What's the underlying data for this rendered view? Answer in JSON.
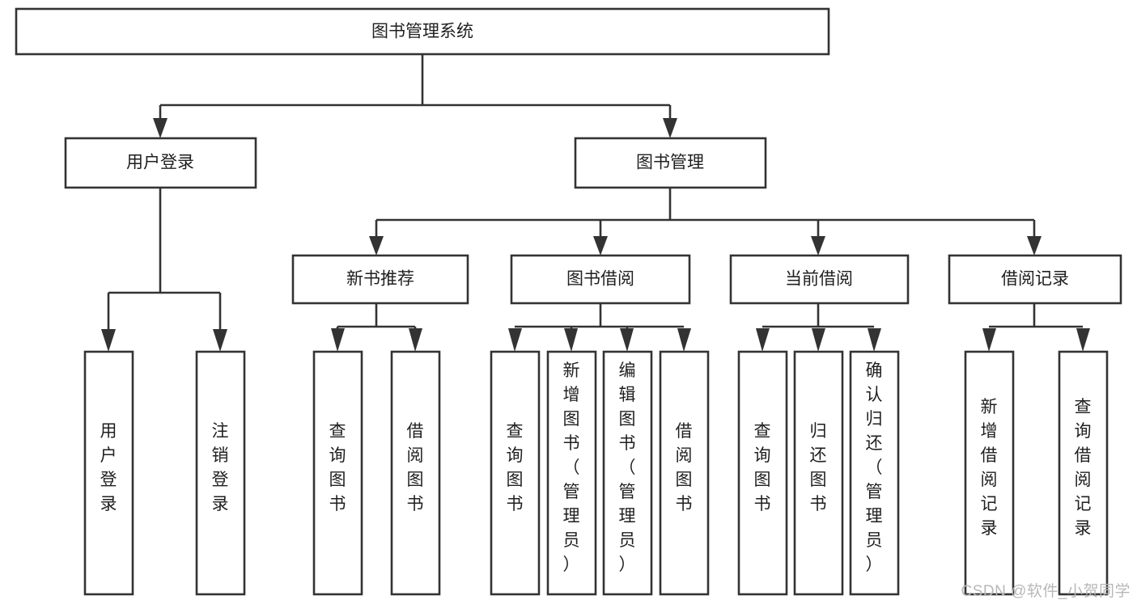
{
  "diagram": {
    "type": "tree",
    "title": "图书管理系统",
    "watermark": "CSDN @软件_小贺同学",
    "colors": {
      "box_stroke": "#333333",
      "box_fill": "#ffffff",
      "text": "#1f1f1f",
      "background": "#ffffff",
      "watermark": "#b8b8b8"
    },
    "levels": {
      "level1": [
        {
          "id": "root",
          "label": "图书管理系统",
          "orientation": "horizontal"
        }
      ],
      "level2": [
        {
          "id": "login",
          "label": "用户登录",
          "orientation": "horizontal"
        },
        {
          "id": "bookmgmt",
          "label": "图书管理",
          "orientation": "horizontal"
        }
      ],
      "level3": [
        {
          "id": "newbook",
          "label": "新书推荐",
          "orientation": "horizontal"
        },
        {
          "id": "borrow",
          "label": "图书借阅",
          "orientation": "horizontal"
        },
        {
          "id": "current",
          "label": "当前借阅",
          "orientation": "horizontal"
        },
        {
          "id": "records",
          "label": "借阅记录",
          "orientation": "horizontal"
        }
      ],
      "leaves": [
        {
          "id": "leaf-user-login",
          "parent": "login",
          "label": "用户登录",
          "orientation": "vertical"
        },
        {
          "id": "leaf-user-logout",
          "parent": "login",
          "label": "注销登录",
          "orientation": "vertical"
        },
        {
          "id": "leaf-query-book-1",
          "parent": "newbook",
          "label": "查询图书",
          "orientation": "vertical"
        },
        {
          "id": "leaf-borrow-book-1",
          "parent": "newbook",
          "label": "借阅图书",
          "orientation": "vertical"
        },
        {
          "id": "leaf-query-book-2",
          "parent": "borrow",
          "label": "查询图书",
          "orientation": "vertical"
        },
        {
          "id": "leaf-add-book",
          "parent": "borrow",
          "label": "新增图书（管理员）",
          "orientation": "vertical"
        },
        {
          "id": "leaf-edit-book",
          "parent": "borrow",
          "label": "编辑图书（管理员）",
          "orientation": "vertical"
        },
        {
          "id": "leaf-borrow-book-2",
          "parent": "borrow",
          "label": "借阅图书",
          "orientation": "vertical"
        },
        {
          "id": "leaf-query-book-3",
          "parent": "current",
          "label": "查询图书",
          "orientation": "vertical"
        },
        {
          "id": "leaf-return-book",
          "parent": "current",
          "label": "归还图书",
          "orientation": "vertical"
        },
        {
          "id": "leaf-confirm-return",
          "parent": "current",
          "label": "确认归还（管理员）",
          "orientation": "vertical"
        },
        {
          "id": "leaf-add-record",
          "parent": "records",
          "label": "新增借阅记录",
          "orientation": "vertical"
        },
        {
          "id": "leaf-query-record",
          "parent": "records",
          "label": "查询借阅记录",
          "orientation": "vertical"
        }
      ]
    },
    "edges": [
      {
        "from": "root",
        "to": "login"
      },
      {
        "from": "root",
        "to": "bookmgmt"
      },
      {
        "from": "login",
        "to": "leaf-user-login"
      },
      {
        "from": "login",
        "to": "leaf-user-logout"
      },
      {
        "from": "bookmgmt",
        "to": "newbook"
      },
      {
        "from": "bookmgmt",
        "to": "borrow"
      },
      {
        "from": "bookmgmt",
        "to": "current"
      },
      {
        "from": "bookmgmt",
        "to": "records"
      },
      {
        "from": "newbook",
        "to": "leaf-query-book-1"
      },
      {
        "from": "newbook",
        "to": "leaf-borrow-book-1"
      },
      {
        "from": "borrow",
        "to": "leaf-query-book-2"
      },
      {
        "from": "borrow",
        "to": "leaf-add-book"
      },
      {
        "from": "borrow",
        "to": "leaf-edit-book"
      },
      {
        "from": "borrow",
        "to": "leaf-borrow-book-2"
      },
      {
        "from": "current",
        "to": "leaf-query-book-3"
      },
      {
        "from": "current",
        "to": "leaf-return-book"
      },
      {
        "from": "current",
        "to": "leaf-confirm-return"
      },
      {
        "from": "records",
        "to": "leaf-add-record"
      },
      {
        "from": "records",
        "to": "leaf-query-record"
      }
    ]
  }
}
